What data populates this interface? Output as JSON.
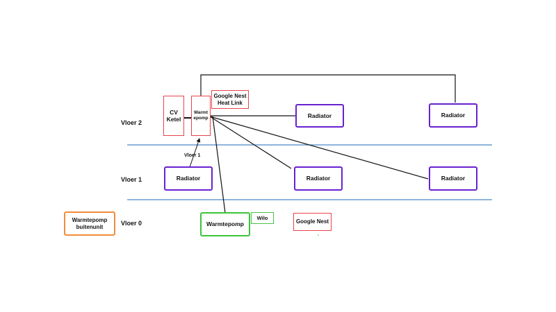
{
  "floors": {
    "f2": "Vloer 2",
    "f1": "Vloer 1",
    "f0": "Vloer 0"
  },
  "boxes": {
    "cv_ketel": "CV Ketel",
    "warmtepomp_vertical": "Warmt epomp",
    "google_nest_heat_link": "Google Nest Heat Link",
    "radiator_f2_a": "Radiator",
    "radiator_f2_b": "Radiator",
    "radiator_f1_a": "Radiator",
    "radiator_f1_b": "Radiator",
    "radiator_f1_c": "Radiator",
    "warmtepomp_buitenunit": "Warmtepomp buitenunit",
    "warmtepomp": "Warmtepomp",
    "wilo": "Wilo",
    "google_nest": "Google Nest"
  },
  "annotations": {
    "vloer1_arrow_label": "Vloer 1"
  },
  "colors": {
    "radiator_border": "#6a1fd1",
    "red_border": "#e8424a",
    "green_border": "#3ac43a",
    "orange_border": "#f28c38",
    "floor_divider": "#4a86c8",
    "connector": "#111111"
  }
}
